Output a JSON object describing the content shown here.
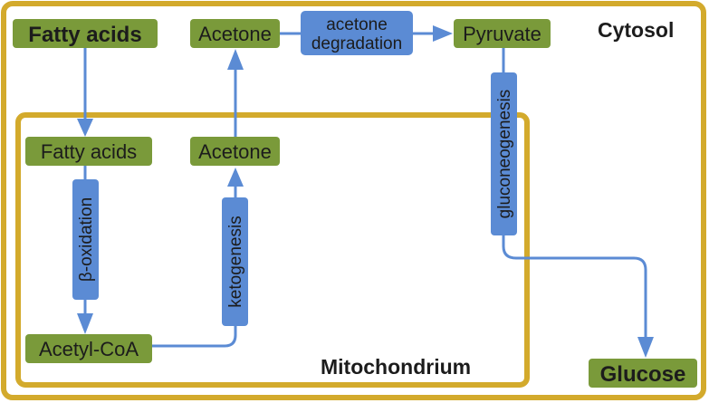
{
  "compartments": {
    "cytosol": "Cytosol",
    "mitochondrium": "Mitochondrium"
  },
  "nodes": {
    "fatty_acids_cytosol": "Fatty acids",
    "acetone_cytosol": "Acetone",
    "pyruvate": "Pyruvate",
    "fatty_acids_mito": "Fatty acids",
    "acetone_mito": "Acetone",
    "acetyl_coa": "Acetyl-CoA",
    "glucose": "Glucose"
  },
  "processes": {
    "acetone_degradation_line1": "acetone",
    "acetone_degradation_line2": "degradation",
    "beta_oxidation": "β-oxidation",
    "ketogenesis": "ketogenesis",
    "gluconeogenesis": "gluconeogenesis"
  },
  "colors": {
    "compartment_border": "#d3aa2c",
    "metabolite_fill": "#7a9a3a",
    "process_fill": "#5b8bd4",
    "arrow": "#5b8bd4",
    "text": "#1c1c1c"
  }
}
